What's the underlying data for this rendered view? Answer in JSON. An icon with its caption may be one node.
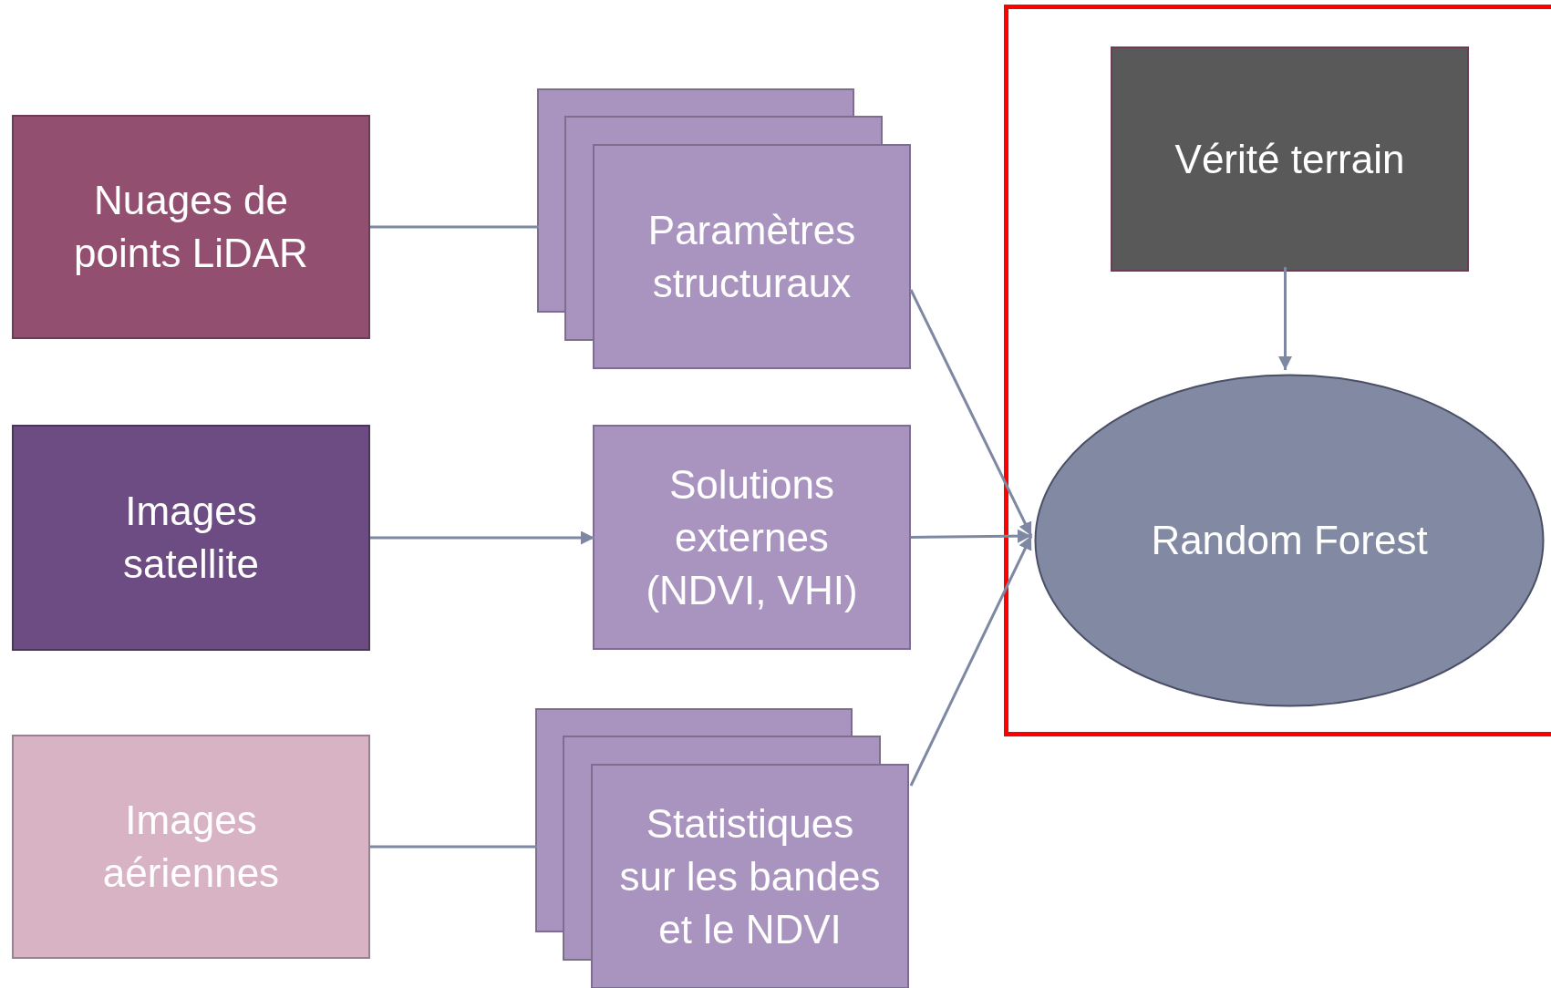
{
  "diagram": {
    "nodes": [
      {
        "text": [
          "Nuages de points LiDAR"
        ]
      },
      {
        "text": [
          "Images satellite"
        ]
      },
      {
        "text": [
          "Images aériennes"
        ]
      },
      {
        "text": [
          "Paramètres structuraux"
        ]
      },
      {
        "text": [
          "Solutions externes (NDVI, VHI)"
        ]
      },
      {
        "text": [
          "Statistiques sur les bandes et le NDVI"
        ]
      },
      {
        "text": [],
        "shape": "box"
      },
      {
        "text": [
          "Vérité terrain"
        ],
        "in": 6
      },
      {
        "text": [
          "Random Forest"
        ],
        "in": 6
      }
    ],
    "edges": [
      {
        "from": 0,
        "to": 3,
        "arrow": "none"
      },
      {
        "from": 1,
        "to": 4,
        "arrow": "to"
      },
      {
        "from": 2,
        "to": 5,
        "arrow": "none"
      },
      {
        "from": 3,
        "to": 8,
        "arrow": "to"
      },
      {
        "from": 4,
        "to": 8,
        "arrow": "to"
      },
      {
        "from": 5,
        "to": 8,
        "arrow": "to"
      },
      {
        "from": 7,
        "to": 8,
        "arrow": "to"
      }
    ]
  }
}
